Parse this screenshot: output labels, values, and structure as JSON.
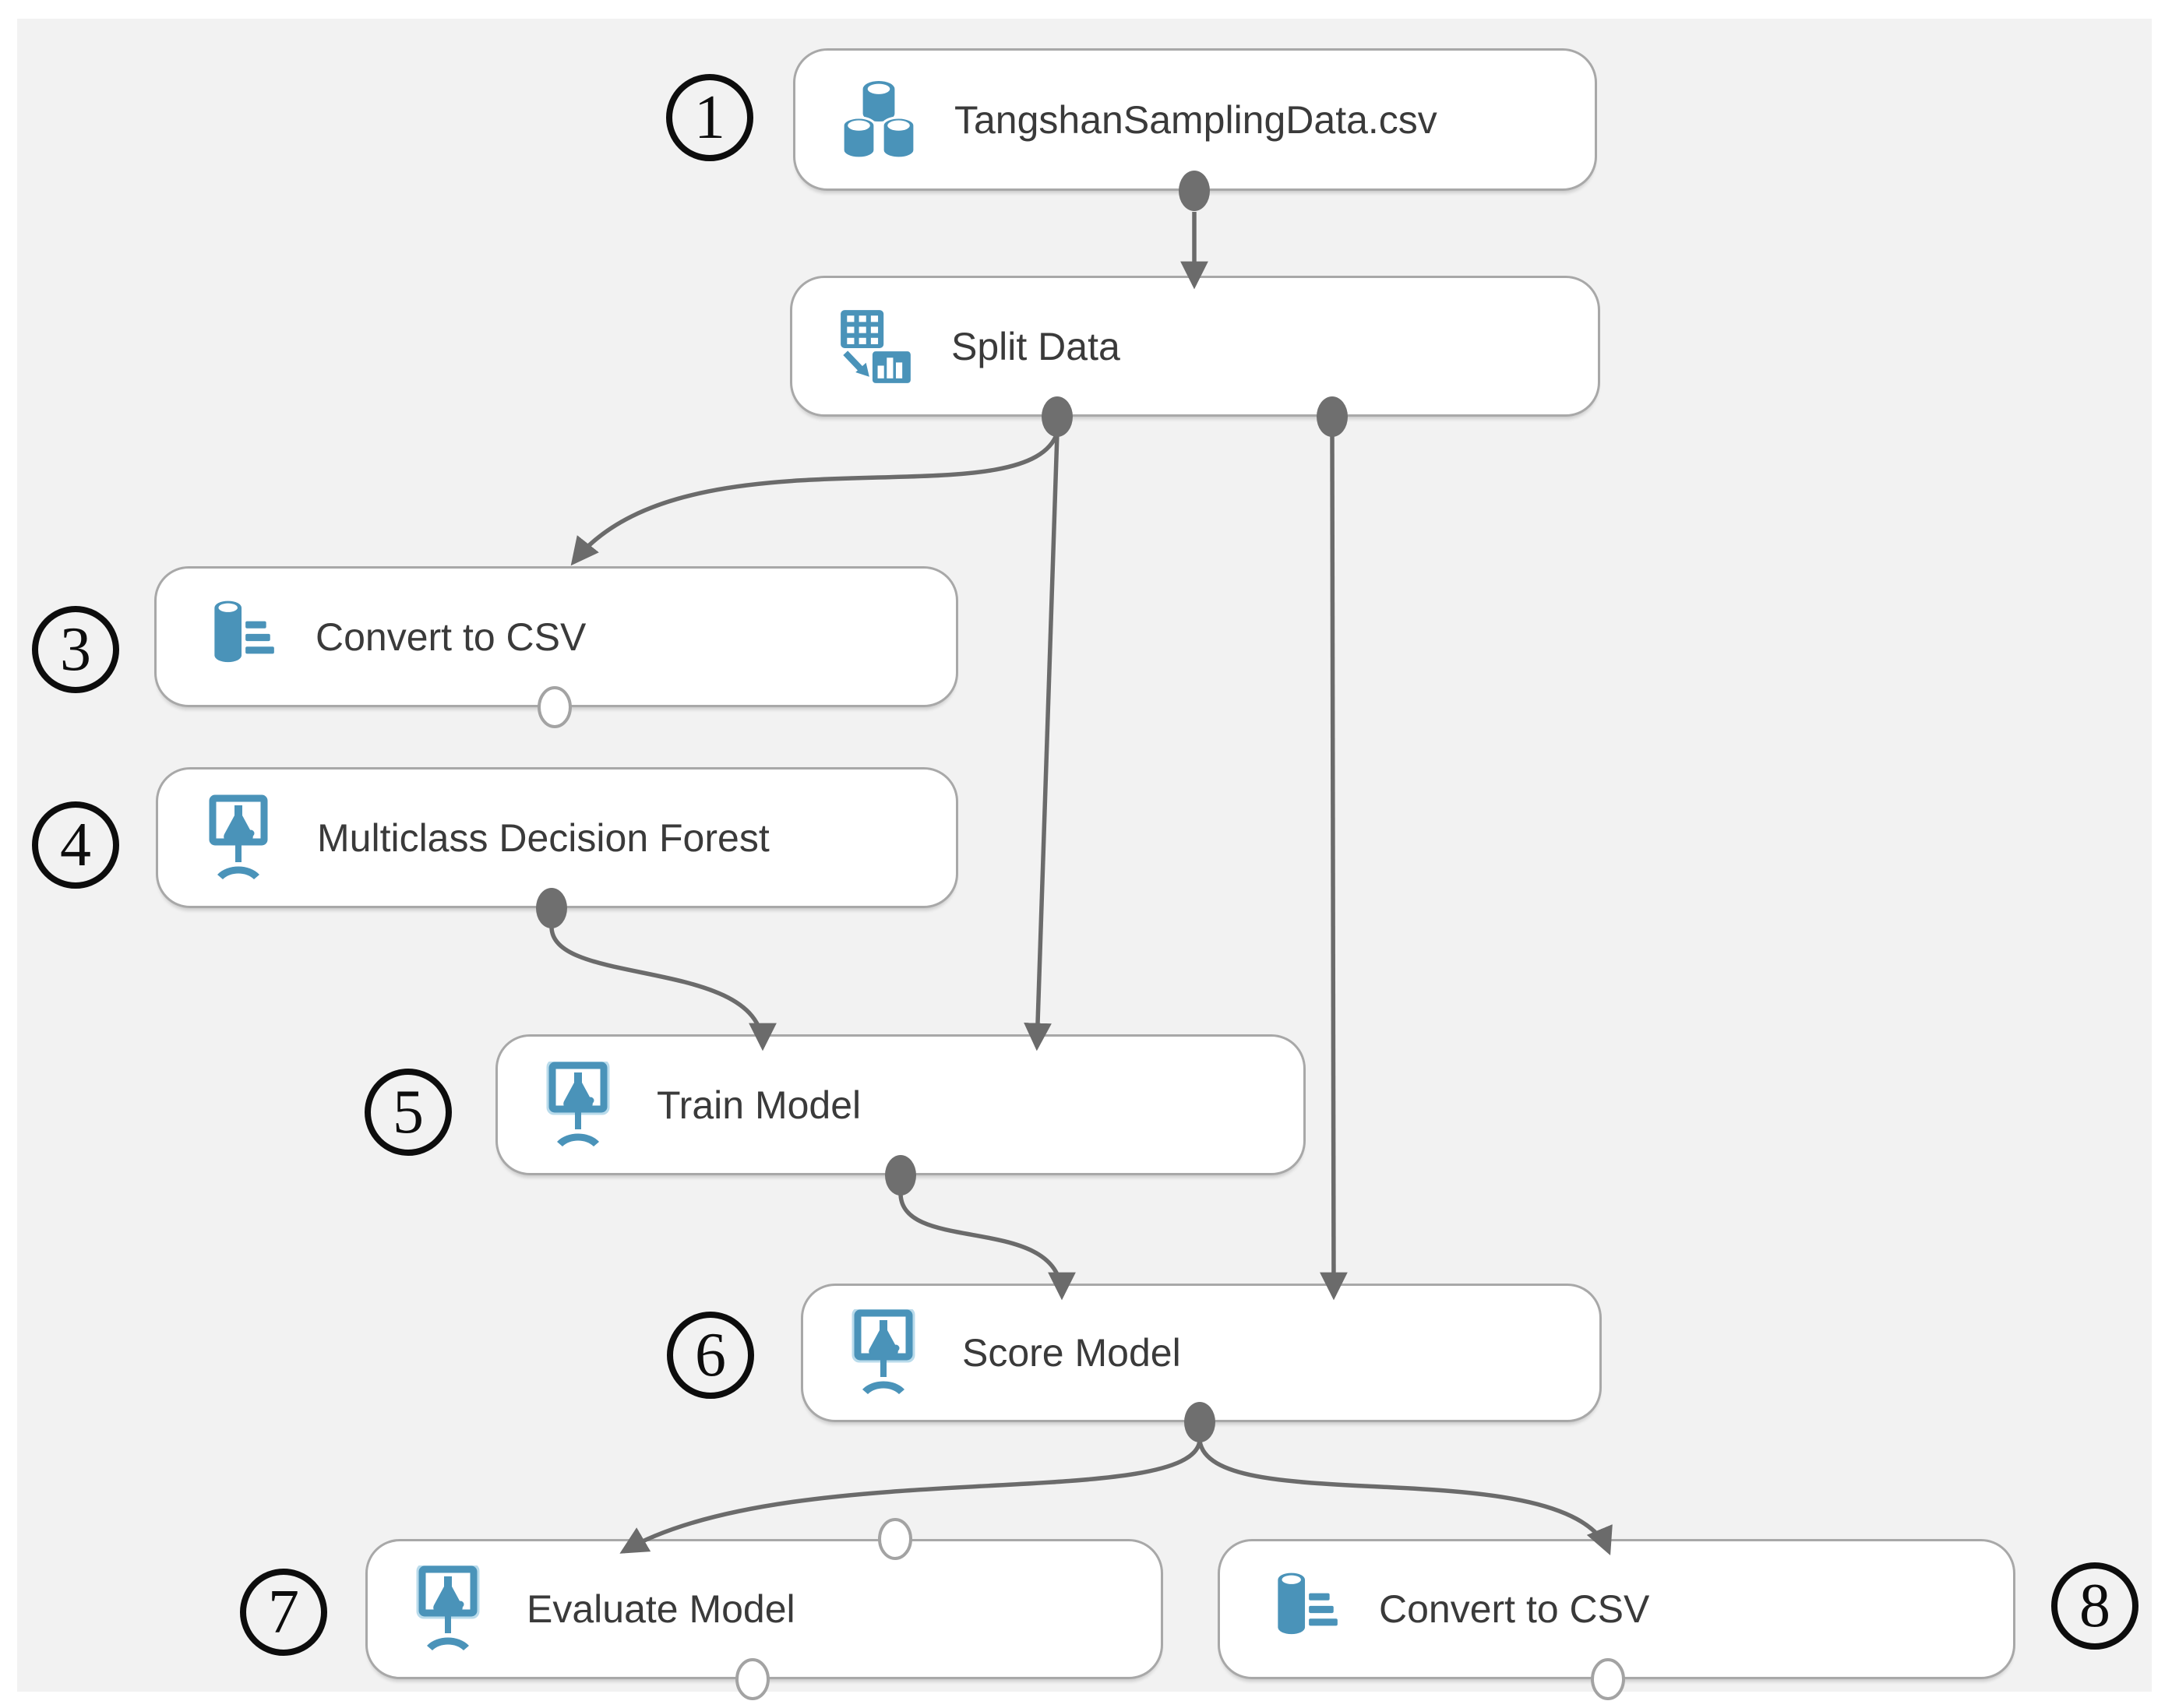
{
  "diagram": {
    "type": "ml-pipeline-flow",
    "colors": {
      "canvas_background": "#f2f2f2",
      "node_background": "#ffffff",
      "node_border": "#a8a8a8",
      "icon_blue": "#4a93b9",
      "icon_glow_blue": "#b9dbeb",
      "edge_gray": "#6b6b6b",
      "annotation_black": "#0d0d0d"
    },
    "nodes": [
      {
        "id": "dataset",
        "label": "TangshanSamplingData.csv",
        "icon": "dataset-cylinders-icon",
        "badge": "1"
      },
      {
        "id": "split-data",
        "label": "Split Data",
        "icon": "split-data-icon",
        "badge": null
      },
      {
        "id": "convert-to-csv-1",
        "label": "Convert to CSV",
        "icon": "convert-to-csv-icon",
        "badge": "3"
      },
      {
        "id": "multiclass-decision-forest",
        "label": "Multiclass Decision Forest",
        "icon": "experiment-flask-icon",
        "badge": "4"
      },
      {
        "id": "train-model",
        "label": "Train Model",
        "icon": "experiment-flask-icon",
        "badge": "5"
      },
      {
        "id": "score-model",
        "label": "Score Model",
        "icon": "experiment-flask-icon",
        "badge": "6"
      },
      {
        "id": "evaluate-model",
        "label": "Evaluate Model",
        "icon": "experiment-flask-icon",
        "badge": "7"
      },
      {
        "id": "convert-to-csv-2",
        "label": "Convert to CSV",
        "icon": "convert-to-csv-icon",
        "badge": "8"
      }
    ],
    "edges": [
      {
        "from": "dataset",
        "from_port": "output",
        "to": "split-data",
        "to_port": "input"
      },
      {
        "from": "split-data",
        "from_port": "output-left",
        "to": "convert-to-csv-1",
        "to_port": "input"
      },
      {
        "from": "split-data",
        "from_port": "output-left",
        "to": "train-model",
        "to_port": "input-right"
      },
      {
        "from": "split-data",
        "from_port": "output-right",
        "to": "score-model",
        "to_port": "input-right"
      },
      {
        "from": "multiclass-decision-forest",
        "from_port": "output",
        "to": "train-model",
        "to_port": "input-left"
      },
      {
        "from": "train-model",
        "from_port": "output",
        "to": "score-model",
        "to_port": "input-left"
      },
      {
        "from": "score-model",
        "from_port": "output",
        "to": "evaluate-model",
        "to_port": "input-left"
      },
      {
        "from": "score-model",
        "from_port": "output",
        "to": "convert-to-csv-2",
        "to_port": "input"
      }
    ],
    "ports": {
      "connected_style": "filled-gray-oval",
      "unconnected_style": "hollow-white-circle",
      "unconnected": [
        "convert-to-csv-1.output",
        "evaluate-model.input-right",
        "evaluate-model.output",
        "convert-to-csv-2.output"
      ]
    }
  }
}
